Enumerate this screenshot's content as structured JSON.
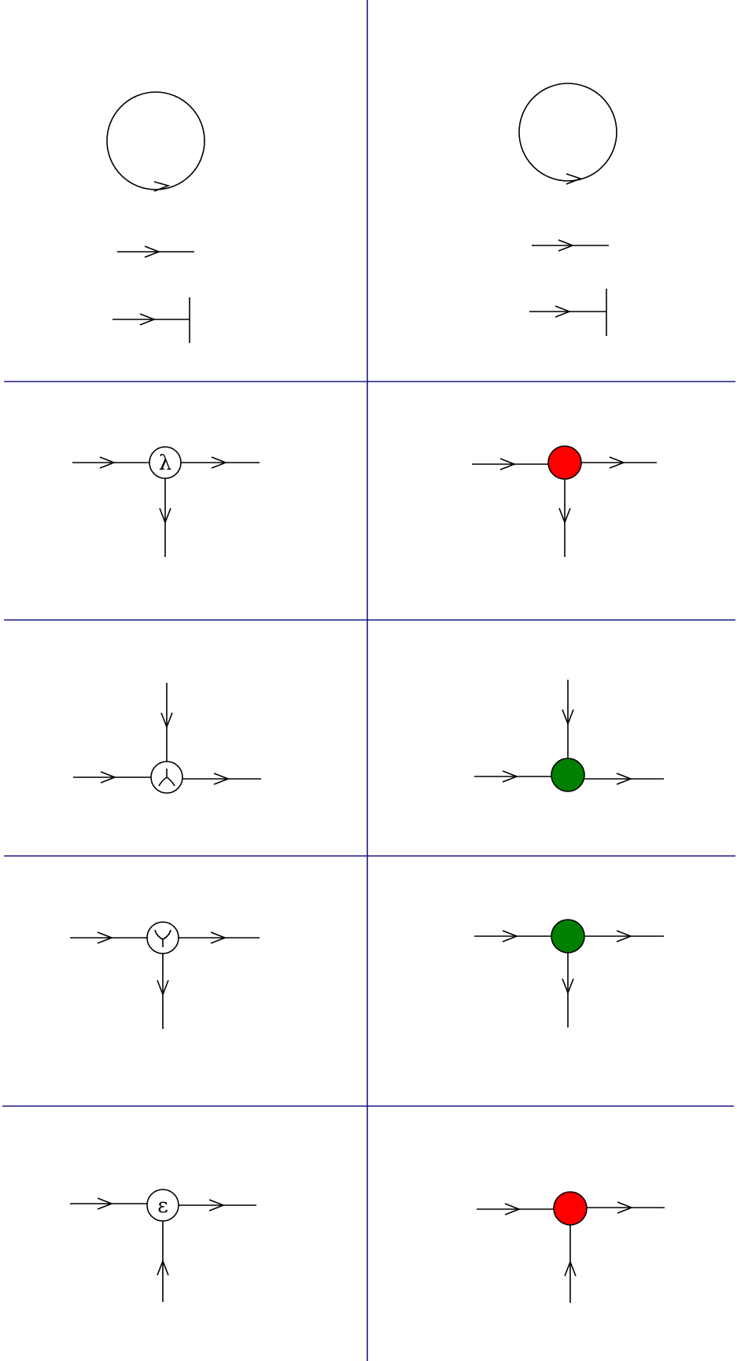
{
  "colors": {
    "grid": "#1a1a80",
    "red": "#ff0000",
    "green": "#008000",
    "white": "#ffffff",
    "stroke": "#000000"
  },
  "panels": [
    {
      "row": 1,
      "side": "left",
      "kind": "loop-and-lines"
    },
    {
      "row": 1,
      "side": "right",
      "kind": "loop-and-lines"
    },
    {
      "row": 2,
      "side": "left",
      "kind": "node",
      "fill": "white",
      "label": "λ",
      "icon": "lambda-node-icon"
    },
    {
      "row": 2,
      "side": "right",
      "kind": "node",
      "fill": "red",
      "label": "",
      "icon": "red-node-icon"
    },
    {
      "row": 3,
      "side": "left",
      "kind": "node",
      "fill": "white",
      "label": "⅄",
      "icon": "merge-node-icon"
    },
    {
      "row": 3,
      "side": "right",
      "kind": "node",
      "fill": "green",
      "label": "",
      "icon": "green-node-icon"
    },
    {
      "row": 4,
      "side": "left",
      "kind": "node",
      "fill": "white",
      "label": "Y",
      "icon": "split-node-icon"
    },
    {
      "row": 4,
      "side": "right",
      "kind": "node",
      "fill": "green",
      "label": "",
      "icon": "green-node-icon"
    },
    {
      "row": 5,
      "side": "left",
      "kind": "node",
      "fill": "white",
      "label": "ε",
      "icon": "epsilon-node-icon"
    },
    {
      "row": 5,
      "side": "right",
      "kind": "node",
      "fill": "red",
      "label": "",
      "icon": "red-node-icon"
    }
  ],
  "labels": {
    "lambda": "λ",
    "merge": "⅄",
    "split": "Y",
    "epsilon": "ε"
  }
}
